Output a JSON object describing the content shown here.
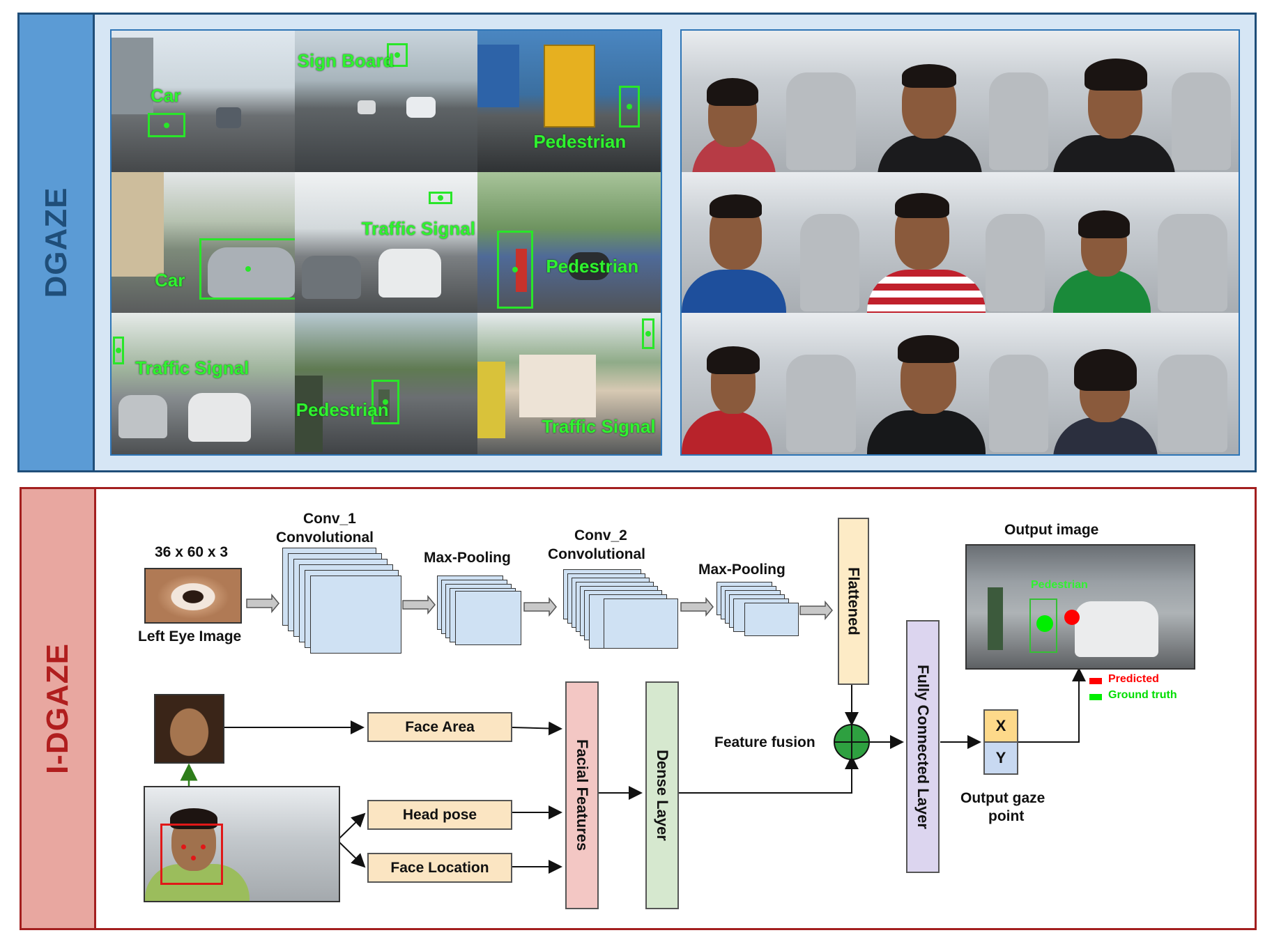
{
  "dgaze": {
    "title": "DGAZE",
    "road_labels": [
      "Car",
      "Sign Board",
      "Pedestrian",
      "Car",
      "Traffic Signal",
      "Pedestrian",
      "Traffic Signal",
      "Pedestrian",
      "Traffic Signal"
    ]
  },
  "idgaze": {
    "title": "I-DGAZE",
    "input_dims": "36 x 60 x 3",
    "left_eye_label": "Left Eye Image",
    "conv1_label": "Conv_1\nConvolutional",
    "conv1_line1": "Conv_1",
    "conv1_line2": "Convolutional",
    "maxpool1_label": "Max-Pooling",
    "conv2_line1": "Conv_2",
    "conv2_line2": "Convolutional",
    "maxpool2_label": "Max-Pooling",
    "flattened_label": "Flattened",
    "face_area_label": "Face Area",
    "head_pose_label": "Head pose",
    "face_location_label": "Face Location",
    "facial_features_label": "Facial Features",
    "dense_layer_label": "Dense Layer",
    "feature_fusion_label": "Feature fusion",
    "fc_layer_label": "Fully Connected Layer",
    "x_label": "X",
    "y_label": "Y",
    "output_gaze_line1": "Output gaze",
    "output_gaze_line2": "point",
    "output_image_label": "Output image",
    "output_image_object": "Pedestrian",
    "legend_predicted": "Predicted",
    "legend_ground_truth": "Ground truth"
  },
  "colors": {
    "dgaze_border": "#1f4e79",
    "dgaze_sidebar": "#5b9bd5",
    "idgaze_border": "#a31f1f",
    "idgaze_sidebar": "#e8a7a0",
    "bbox_green": "#29e629",
    "predicted_red": "#ff0000",
    "ground_truth_green": "#00ee00"
  }
}
